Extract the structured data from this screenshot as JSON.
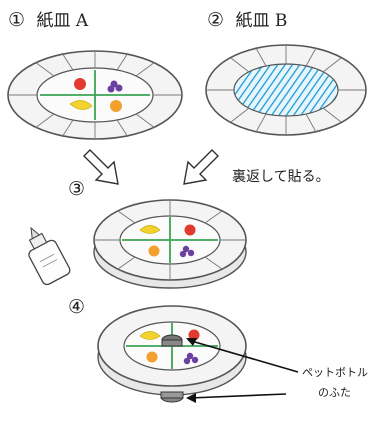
{
  "step1": {
    "number": "①",
    "label": "紙皿 A"
  },
  "step2": {
    "number": "②",
    "label": "紙皿 B"
  },
  "step3": {
    "number": "③",
    "note": "裏返して貼る。"
  },
  "step4": {
    "number": "④"
  },
  "callout": {
    "line1": "ペットボトル",
    "line2": "のふた"
  },
  "colors": {
    "outline": "#555555",
    "rim": "#f4f4f4",
    "divider": "#3aa655",
    "stripe": "#1f9ad6"
  }
}
